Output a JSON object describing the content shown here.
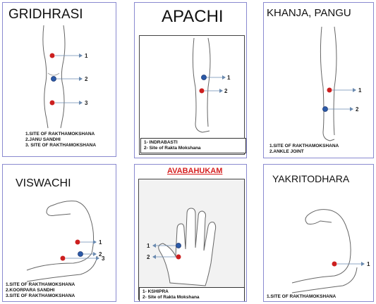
{
  "colors": {
    "border": "#8a8ad0",
    "siravedha": "#cc1f1f",
    "marma": "#2b5aa8",
    "avabahukam_title": "#d62020"
  },
  "panels": [
    {
      "title": "GRIDHRASI",
      "markers": [
        "1",
        "2",
        "3"
      ],
      "legend": [
        "1.SITE OF RAKTHAMOKSHANA",
        "2.JANU SANDHI",
        "3. SITE OF RAKTHAMOKSHANA"
      ]
    },
    {
      "title": "APACHI",
      "markers": [
        "1",
        "2"
      ],
      "legend": [
        "1- INDRABASTI",
        "2- Site of Rakta Mokshana"
      ]
    },
    {
      "title": "KHANJA, PANGU",
      "markers": [
        "1",
        "2"
      ],
      "legend": [
        "1.SITE OF RAKTHAMOKSHANA",
        "2.ANKLE JOINT"
      ]
    },
    {
      "title": "VISWACHI",
      "markers": [
        "1",
        "2",
        "3"
      ],
      "legend": [
        "1.SITE OF RAKTHAMOKSHANA",
        "2.KOORPARA SANDHI",
        "3.SITE OF RAKTHAMOKSHANA"
      ]
    },
    {
      "title": "AVABAHUKAM",
      "markers": [
        "1",
        "2"
      ],
      "legend": [
        "1- KSHIPRA",
        "2- Site of Rakta Mokshana"
      ]
    },
    {
      "title": "YAKRITODHARA",
      "markers": [
        "1"
      ],
      "legend": [
        "1.SITE OF RAKTHAMOKSHANA"
      ]
    }
  ]
}
